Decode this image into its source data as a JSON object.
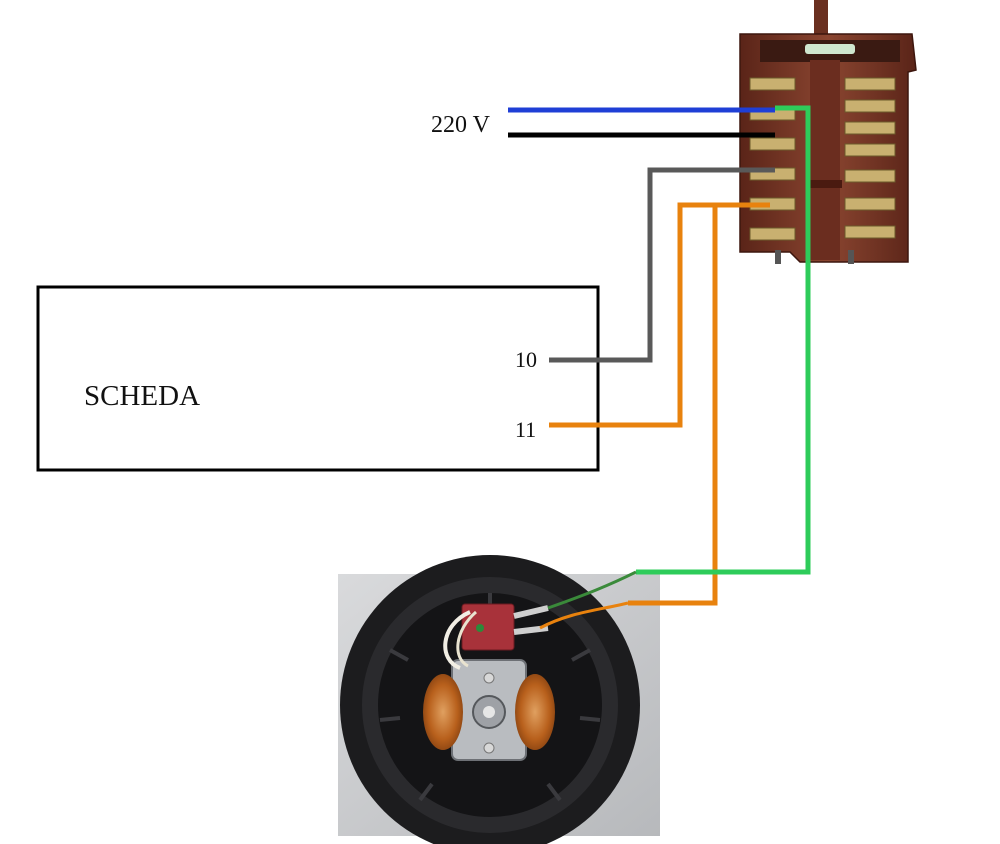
{
  "labels": {
    "voltage": "220 V",
    "board": "SCHEDA",
    "pin_10": "10",
    "pin_11": "11"
  },
  "colors": {
    "neutral_wire": "#1f3fd6",
    "live_wire": "#000000",
    "grey_wire": "#595959",
    "orange_wire": "#e8820e",
    "green_wire": "#2ecc5a",
    "board_border": "#000000",
    "switch_body": "#7a3b2a"
  },
  "components": {
    "rotary_switch": "rotary-selector-switch",
    "motor_photo": "fan-motor-photo",
    "control_board": "SCHEDA"
  }
}
